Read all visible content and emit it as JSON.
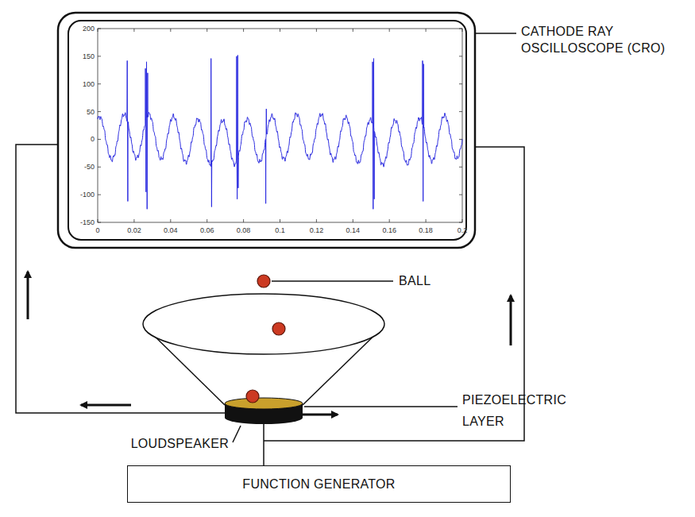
{
  "diagram": {
    "nodes": [
      {
        "text": [
          "FUNCTION GENERATOR"
        ]
      }
    ],
    "labels": [
      "CATHODE RAY OSCILLOSCOPE (CRO)",
      "BALL",
      "PIEZOELECTRIC LAYER",
      "LOUDSPEAKER",
      "200",
      "150",
      "100",
      "50",
      "0",
      "-50",
      "-100",
      "-150",
      "0",
      "0.02",
      "0.04",
      "0.06",
      "0.08",
      "0.1",
      "0.12",
      "0.14",
      "0.16",
      "0.18",
      "0.2"
    ]
  }
}
